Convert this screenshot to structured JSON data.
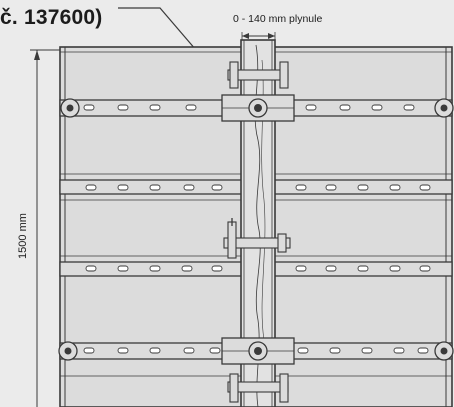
{
  "title": "č. 137600)",
  "dimension_labels": {
    "gap": "0 - 140 mm plynule",
    "height": "1500 mm"
  },
  "colors": {
    "background": "#ebebeb",
    "panel": "#dcdcdc",
    "outline": "#3a3a3a",
    "text": "#1c1c1c"
  }
}
